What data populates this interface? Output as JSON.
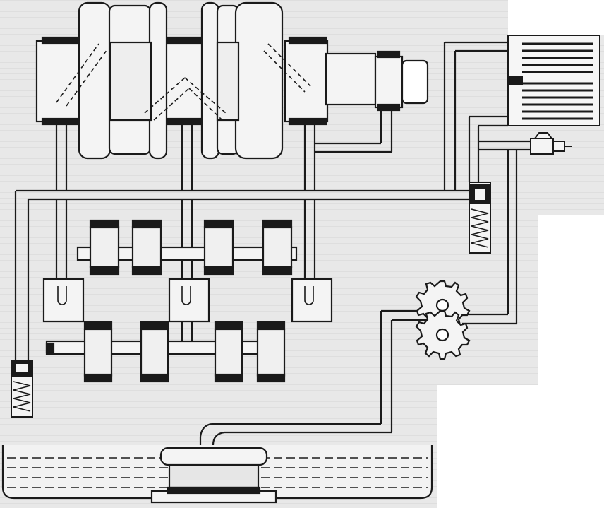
{
  "figure": {
    "labels": [],
    "components": [
      {
        "id": "crankshaft",
        "icon": "crankshaft-icon"
      },
      {
        "id": "main-bearings",
        "count": 3
      },
      {
        "id": "pulley",
        "icon": "pulley-icon"
      },
      {
        "id": "oil-cooler",
        "icon": "oil-cooler-icon"
      },
      {
        "id": "oil-pressure-switch",
        "icon": "pressure-switch-icon"
      },
      {
        "id": "pressure-relief-valve",
        "count": 2
      },
      {
        "id": "oil-pump",
        "icon": "gear-pump-icon"
      },
      {
        "id": "camshafts",
        "count": 2
      },
      {
        "id": "cam-followers",
        "count": 3
      },
      {
        "id": "oil-sump",
        "icon": "sump-icon"
      },
      {
        "id": "pickup-strainer",
        "icon": "strainer-icon"
      }
    ],
    "colors": {
      "ink": "#1a1a1a",
      "paper": "#e9e9e9",
      "background": "#ffffff",
      "hatch": "#9a9a9a"
    }
  }
}
